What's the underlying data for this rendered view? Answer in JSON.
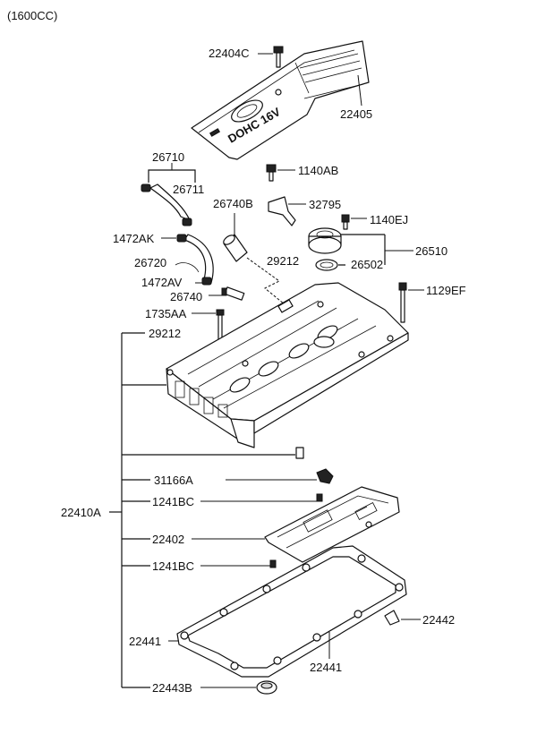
{
  "variant_label": "(1600CC)",
  "cover_badge": "DOHC 16V",
  "parts": {
    "p22404C": "22404C",
    "p22405": "22405",
    "p26710": "26710",
    "p26711": "26711",
    "p1140AB": "1140AB",
    "p26740B": "26740B",
    "p32795": "32795",
    "p1140EJ": "1140EJ",
    "p1472AK": "1472AK",
    "p26510": "26510",
    "p29212_top": "29212",
    "p26502": "26502",
    "p26720": "26720",
    "p1472AV": "1472AV",
    "p1129EF": "1129EF",
    "p26740": "26740",
    "p1735AA": "1735AA",
    "p29212_side": "29212",
    "p22410A": "22410A",
    "p31166A": "31166A",
    "p1241BC_a": "1241BC",
    "p22402": "22402",
    "p1241BC_b": "1241BC",
    "p22442": "22442",
    "p22441_left": "22441",
    "p22441_bottom": "22441",
    "p22443B": "22443B"
  }
}
